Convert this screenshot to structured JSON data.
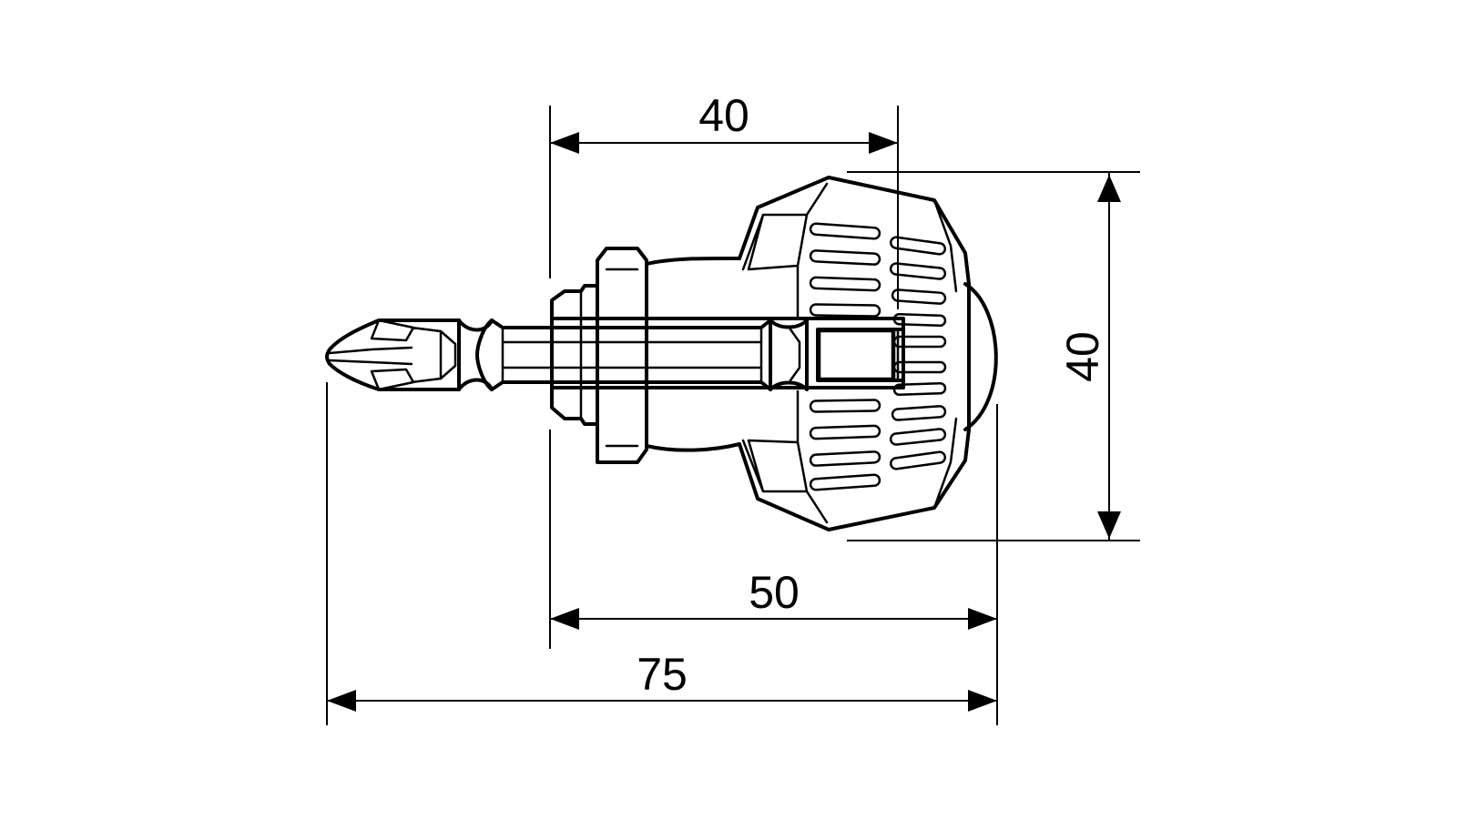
{
  "dimensions": {
    "handle_length": "40",
    "handle_diameter": "40",
    "overall_handle_length": "50",
    "overall_length": "75"
  },
  "colors": {
    "line": "#000000",
    "background": "#ffffff"
  }
}
